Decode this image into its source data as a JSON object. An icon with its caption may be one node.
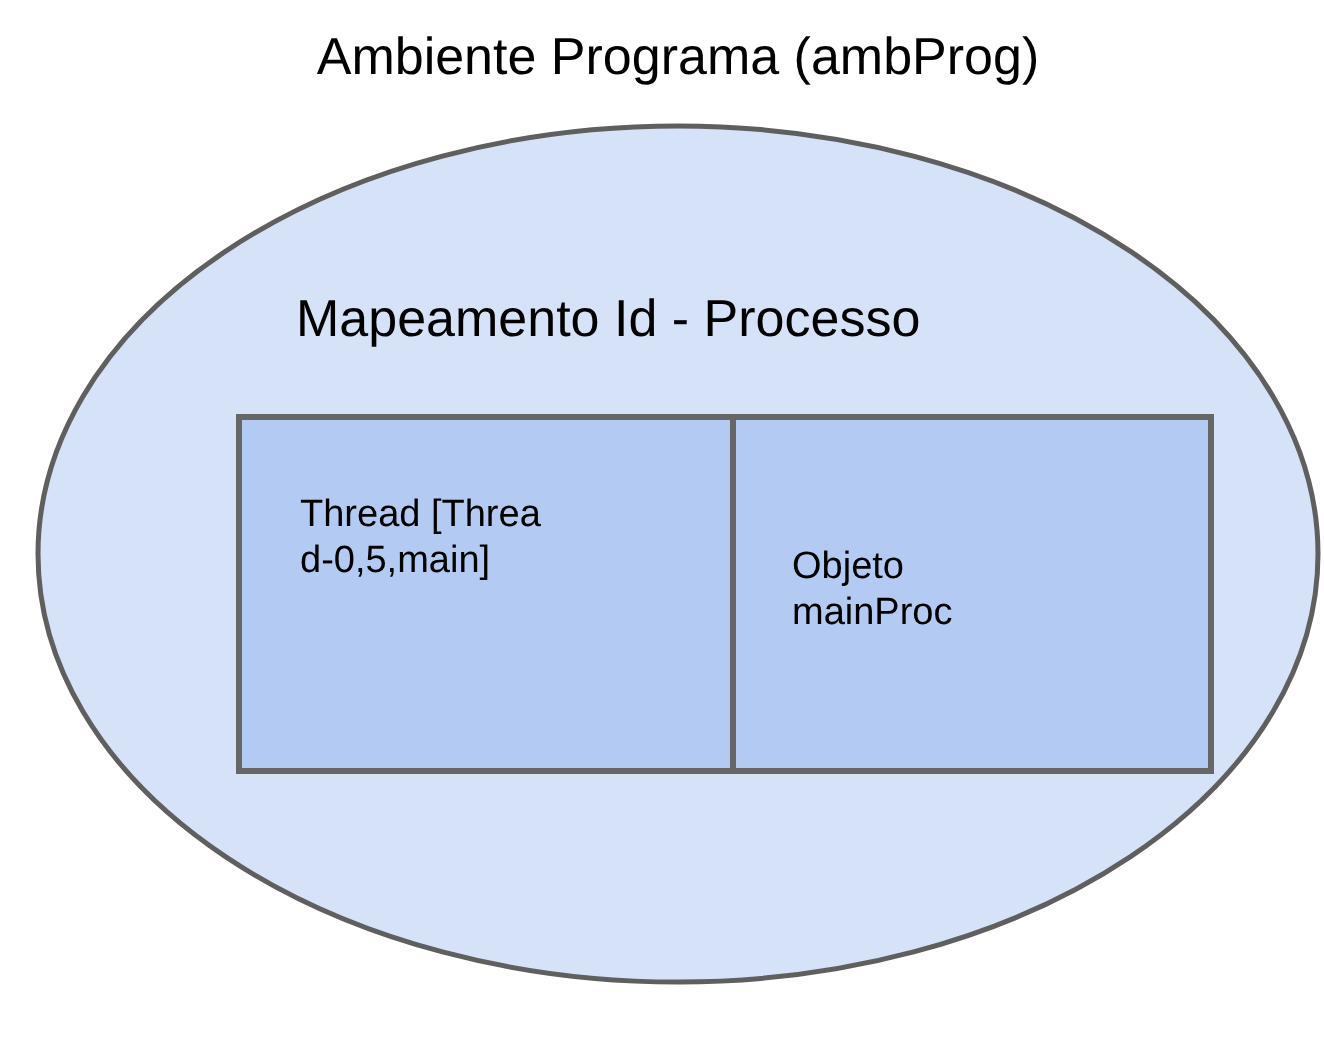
{
  "diagram": {
    "nodes": [
      {
        "text": [
          "Ambiente Programa (ambProg)"
        ]
      },
      {
        "text": [
          "Mapeamento Id - Processo"
        ],
        "in": 0
      },
      {
        "text": [
          "Thread [Thread-0,5,main]"
        ],
        "in": 1
      },
      {
        "text": [
          "Objeto mainProc"
        ],
        "in": 1
      }
    ]
  }
}
